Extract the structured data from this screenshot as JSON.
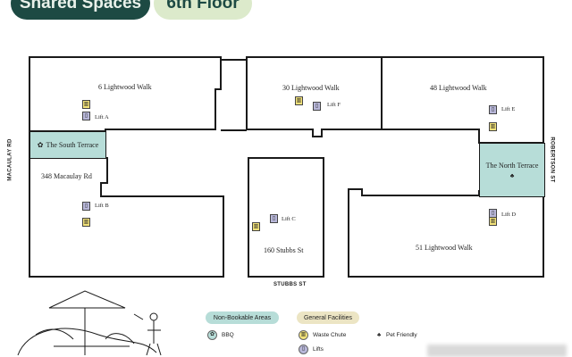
{
  "header": {
    "title": "Shared Spaces",
    "floor": "6th Floor"
  },
  "buildings": {
    "b1": "6 Lightwood Walk",
    "b2": "30 Lightwood Walk",
    "b3": "48 Lightwood Walk",
    "b4": "348 Macaulay Rd",
    "b5": "160 Stubbs St",
    "b6": "51 Lightwood Walk"
  },
  "terraces": {
    "south": "The South Terrace",
    "north": "The North Terrace"
  },
  "lifts": {
    "a": "Lift A",
    "b": "Lift B",
    "c": "Lift C",
    "d": "Lift D",
    "e": "Lift E",
    "f": "Lift F"
  },
  "streets": {
    "west": "MACAULAY RD",
    "east": "ROBERTSON ST",
    "south": "STUBBS ST"
  },
  "legend": {
    "non_bookable": "Non-Bookable Areas",
    "general": "General Facilities",
    "bbq": "BBQ",
    "waste": "Waste Chute",
    "pet": "Pet Friendly",
    "lifts": "Lifts"
  },
  "colors": {
    "dark_green": "#1d4a43",
    "light_green": "#dceacb",
    "terrace": "#b7ddd8",
    "waste": "#f2e27a",
    "lift": "#b8b7d9"
  }
}
